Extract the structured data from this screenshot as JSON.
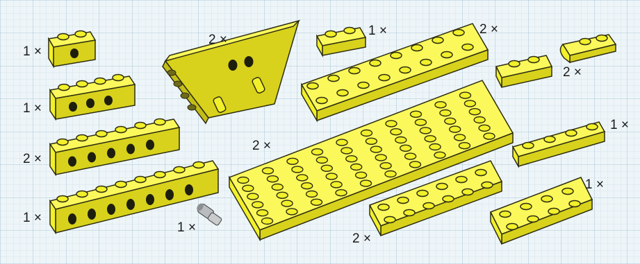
{
  "colors": {
    "background": "#eef5f8",
    "grid_minor": "#cfe0ea",
    "grid_major": "#a9c7d8",
    "yellow": "#f2f02a",
    "yellow_side": "#d8d21c",
    "yellow_top": "#fbf85c",
    "outline": "#2d2d12",
    "hole": "#1e1e0c",
    "pin_grey": "#b9bcbe"
  },
  "parts": [
    {
      "name": "technic-brick-1x2",
      "quantity": "1 ×"
    },
    {
      "name": "technic-brick-1x4",
      "quantity": "1 ×"
    },
    {
      "name": "technic-brick-1x6",
      "quantity": "2 ×"
    },
    {
      "name": "technic-brick-1x8",
      "quantity": "1 ×"
    },
    {
      "name": "wing-wedge",
      "quantity": "2 ×"
    },
    {
      "name": "plate-1x2",
      "quantity": "1 ×"
    },
    {
      "name": "plate-2x8",
      "quantity": "2 ×"
    },
    {
      "name": "hinge-plate",
      "quantity": "2 ×"
    },
    {
      "name": "plate-6x10",
      "quantity": "2 ×"
    },
    {
      "name": "plate-1x4",
      "quantity": "1 ×"
    },
    {
      "name": "plate-2x6",
      "quantity": "2 ×"
    },
    {
      "name": "plate-2x4",
      "quantity": "1 ×"
    },
    {
      "name": "axle-pin",
      "quantity": "1 ×"
    }
  ]
}
